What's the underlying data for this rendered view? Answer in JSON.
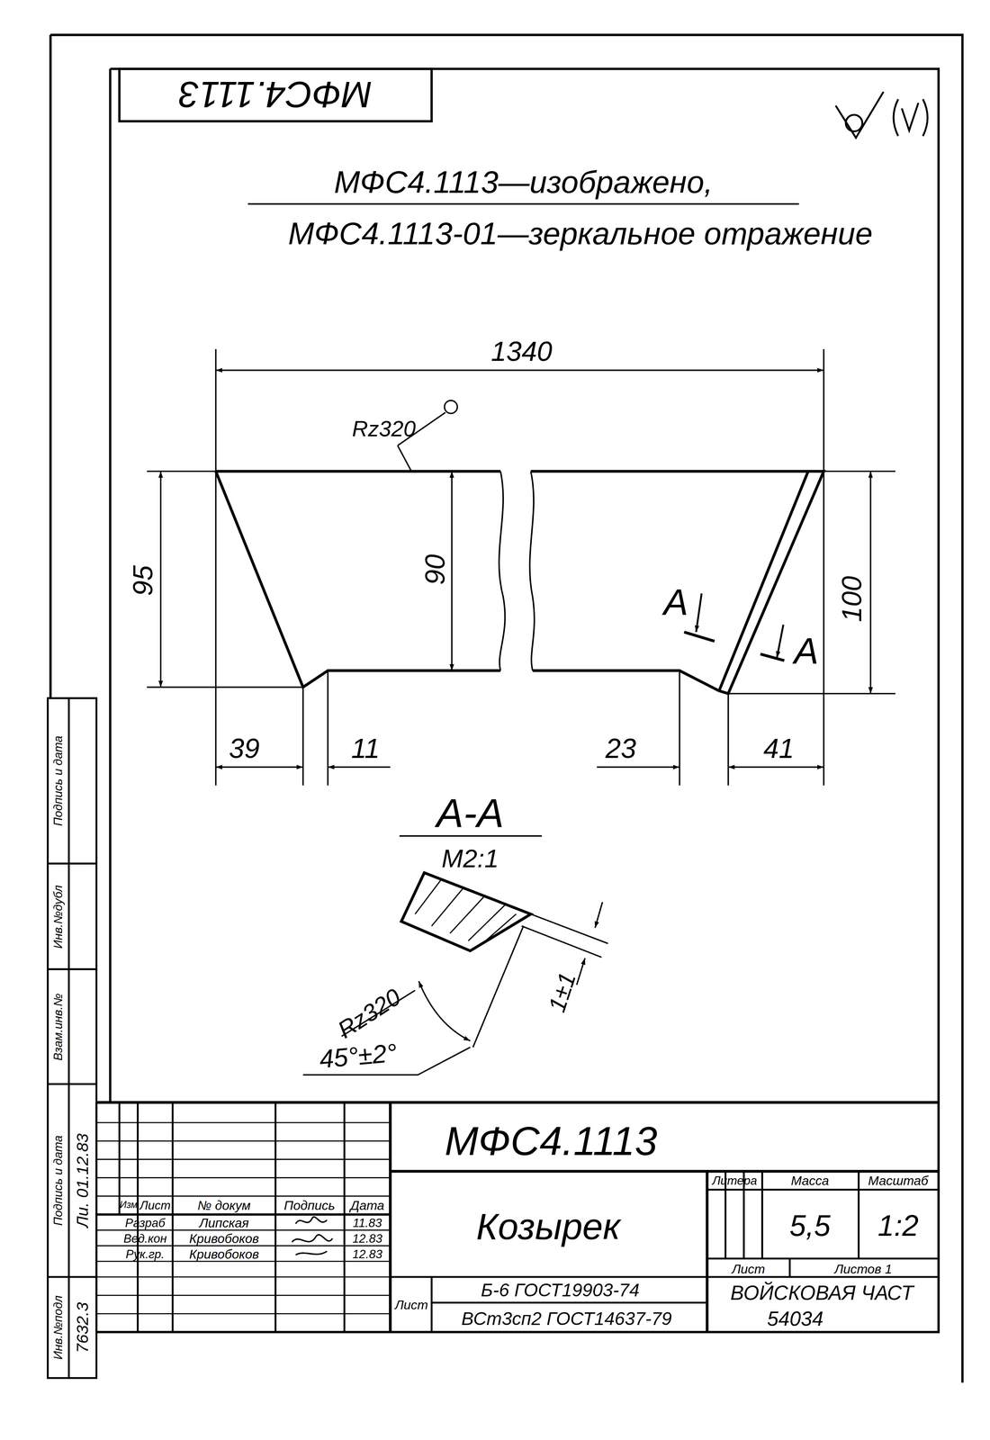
{
  "diagram": {
    "labels": [
      "МФС4.1113",
      "МФС4.1113—изображено,",
      "МФС4.1113-01—зеркальное отражение",
      "1340",
      "Rz320",
      "95",
      "90",
      "А",
      "100",
      "А",
      "39",
      "11",
      "23",
      "41",
      "А-А",
      "М2:1",
      "Rz320",
      "1±1",
      "45°±2°",
      "МФС4.1113",
      "Литера",
      "Масса",
      "Масштаб",
      "5,5",
      "1:2",
      "Козырек",
      "Изм",
      "Лист",
      "№ докум",
      "Подпись",
      "Дата",
      "Разраб",
      "Липская",
      "11.83",
      "Вед.кон",
      "Кривобоков",
      "12.83",
      "Рук.гр.",
      "Кривобоков",
      "12.83",
      "Лист",
      "Б-6 ГОСТ19903-74",
      "ВСт3сп2 ГОСТ14637-79",
      "Лист",
      "Листов 1",
      "ВОЙСКОВАЯ ЧАСТ",
      "54034",
      "Подпись и дата",
      "Инв.№дубл",
      "Взам.инв.№",
      "Подпись и дата",
      "Ли. 01.12.83",
      "Инв.№подл",
      "7632.3"
    ]
  }
}
